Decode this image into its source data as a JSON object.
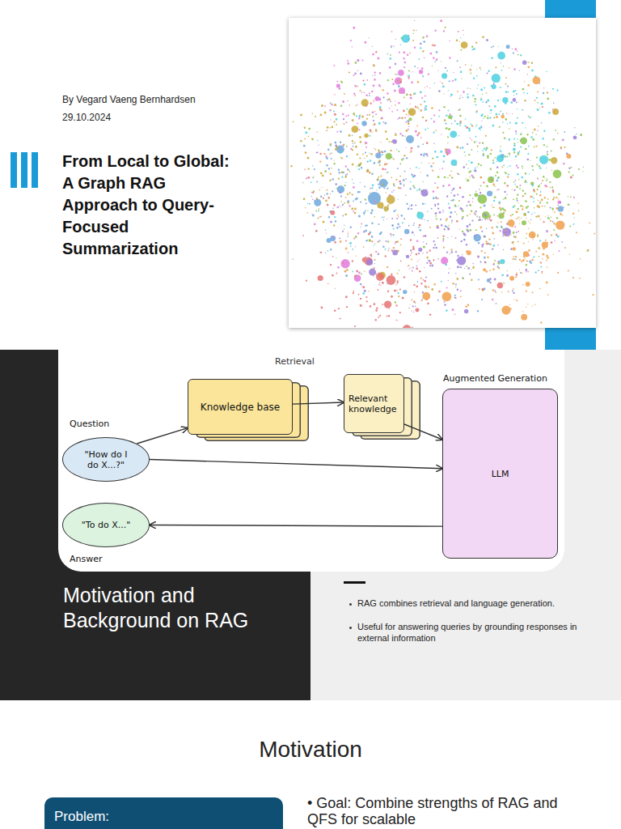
{
  "diagram": {
    "title": "From Local to Global: A Graph RAG Approach to Query-Focused Summarization",
    "nodes": [
      {
        "text": [
          "Question",
          "\"How do I do X...?\""
        ]
      },
      {
        "text": [
          "Knowledge base"
        ]
      },
      {
        "text": [
          "Relevant knowledge"
        ]
      },
      {
        "text": [
          "Augmented Generation",
          "LLM"
        ]
      },
      {
        "text": [
          "\"To do X...\"",
          "Answer"
        ]
      },
      {
        "text": [
          "Problem:"
        ]
      }
    ],
    "edges": [
      {
        "from": 0,
        "to": 1,
        "arrow": "to"
      },
      {
        "from": 0,
        "to": 3,
        "arrow": "to"
      },
      {
        "from": 1,
        "to": 2,
        "arrow": "to"
      },
      {
        "from": 2,
        "to": 3,
        "arrow": "to"
      },
      {
        "from": 3,
        "to": 4,
        "arrow": "to"
      }
    ],
    "labels": [
      "By Vegard Vaeng Bernhardsen",
      "29.10.2024",
      "Retrieval",
      "Motivation and Background on RAG",
      "RAG combines retrieval and language generation.",
      "Useful for answering queries by grounding responses in external information",
      "Motivation",
      "• Goal: Combine strengths of RAG and QFS for scalable"
    ]
  }
}
